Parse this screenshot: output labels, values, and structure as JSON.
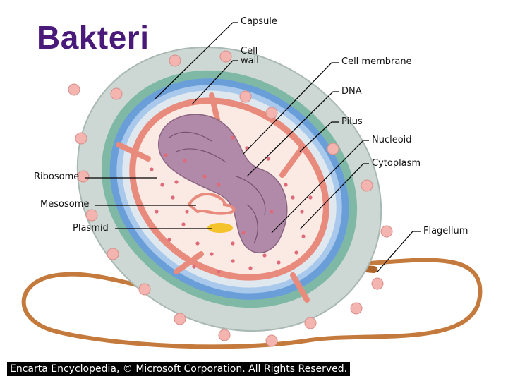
{
  "slide": {
    "title": "Bakteri",
    "credit": "Encarta Encyclopedia, © Microsoft Corporation. All Rights Reserved."
  },
  "labels": {
    "capsule": "Capsule",
    "cell_wall_line1": "Cell",
    "cell_wall_line2": "wall",
    "cell_membrane": "Cell membrane",
    "dna": "DNA",
    "pilus": "Pilus",
    "nucleoid": "Nucleoid",
    "cytoplasm": "Cytoplasm",
    "flagellum": "Flagellum",
    "ribosome": "Ribosome",
    "mesosome": "Mesosome",
    "plasmid": "Plasmid"
  },
  "colors": {
    "title": "#4a1a7a",
    "capsule": "#cdd8d4",
    "cell_wall": "#6a9ed8",
    "membrane": "#e88a7c",
    "cytoplasm": "#fbe9e4",
    "nucleoid": "#b08aa8",
    "pili": "#f5b8b0",
    "flagellum": "#c47a3c",
    "plasmid": "#f4c22a"
  }
}
